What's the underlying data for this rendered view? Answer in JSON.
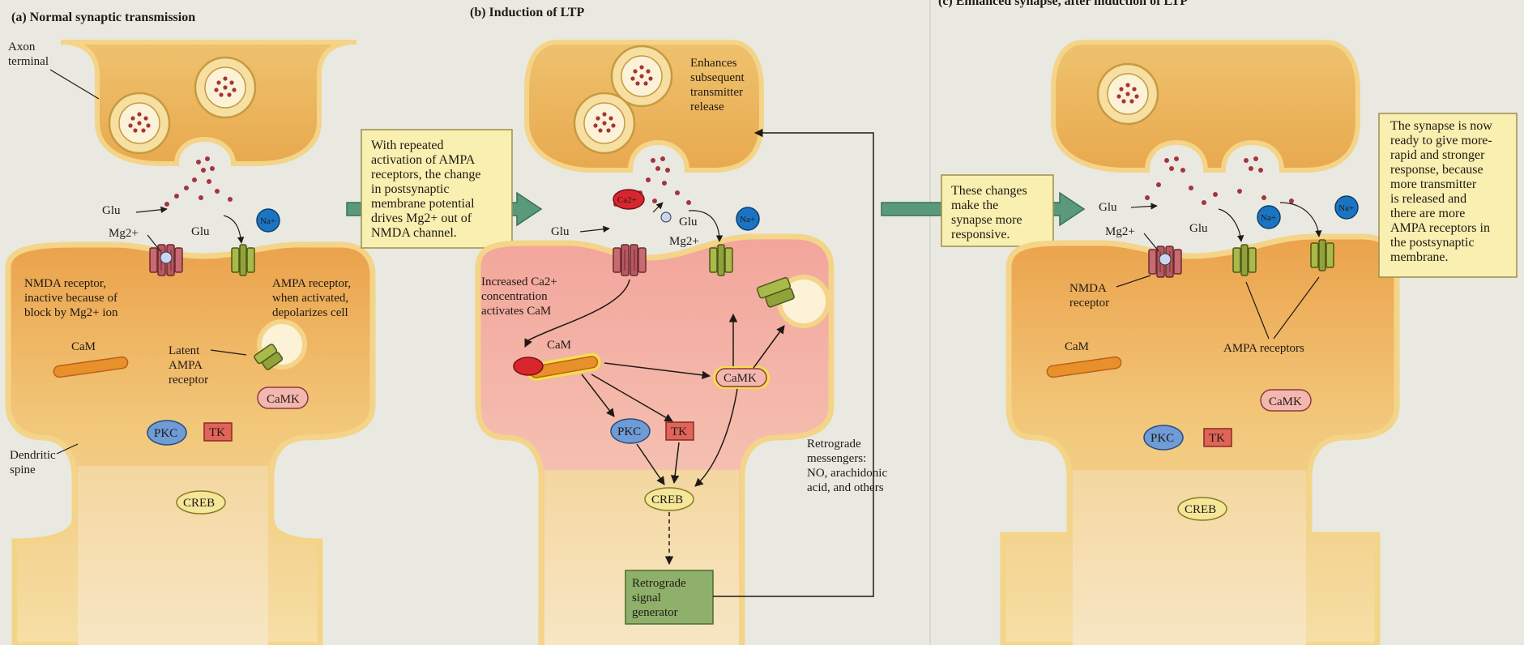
{
  "panel_a": {
    "title": "(a)  Normal synaptic transmission",
    "axon_terminal": [
      "Axon",
      "terminal"
    ],
    "glu": "Glu",
    "glu2": "Glu",
    "mg": "Mg2+",
    "na": "Na+",
    "nmda_note": [
      "NMDA receptor,",
      "inactive because of",
      "block by Mg2+ ion"
    ],
    "ampa_note": [
      "AMPA receptor,",
      "when activated,",
      "depolarizes cell"
    ],
    "latent": [
      "Latent",
      "AMPA",
      "receptor"
    ],
    "cam": "CaM",
    "camk": "CaMK",
    "pkc": "PKC",
    "tk": "TK",
    "creb": "CREB",
    "dendritic_spine": [
      "Dendritic",
      "spine"
    ]
  },
  "callout_1": [
    "With repeated",
    "activation of AMPA",
    "receptors, the change",
    "in postsynaptic",
    "membrane potential",
    "drives Mg2+ out of",
    "NMDA channel."
  ],
  "panel_b": {
    "title": "(b)  Induction of LTP",
    "enhances": [
      "Enhances",
      "subsequent",
      "transmitter",
      "release"
    ],
    "glu": "Glu",
    "glu2": "Glu",
    "mg": "Mg2+",
    "ca": "Ca2+",
    "na": "Na+",
    "increased": [
      "Increased Ca2+",
      "concentration",
      "activates CaM"
    ],
    "cam": "CaM",
    "camk": "CaMK",
    "pkc": "PKC",
    "tk": "TK",
    "creb": "CREB",
    "retro_msg": [
      "Retrograde",
      "messengers:",
      "NO, arachidonic",
      "acid, and others"
    ],
    "retro_gen": [
      "Retrograde",
      "signal",
      "generator"
    ]
  },
  "callout_2": [
    "These changes",
    "make the",
    "synapse more",
    "responsive."
  ],
  "panel_c": {
    "title": "(c)  Enhanced synapse, after induction of LTP",
    "glu": "Glu",
    "glu2": "Glu",
    "mg": "Mg2+",
    "na": "Na+",
    "na2": "Na+",
    "nmda": [
      "NMDA",
      "receptor"
    ],
    "ampa": "AMPA receptors",
    "cam": "CaM",
    "camk": "CaMK",
    "pkc": "PKC",
    "tk": "TK",
    "creb": "CREB"
  },
  "callout_3": [
    "The synapse is now",
    "ready to give more-",
    "rapid and stronger",
    "response, because",
    "more transmitter",
    "is released and",
    "there are more",
    "AMPA receptors in",
    "the postsynaptic",
    "membrane."
  ],
  "colors": {
    "terminal": "#eab25a",
    "membrane": "#f3d486",
    "cytoplasm_pink": "#f2b0a5",
    "callout": "#f8efb0",
    "nmda": "#c86a72",
    "ampa": "#9bab3e",
    "arrow_big": "#5a9a7a"
  }
}
